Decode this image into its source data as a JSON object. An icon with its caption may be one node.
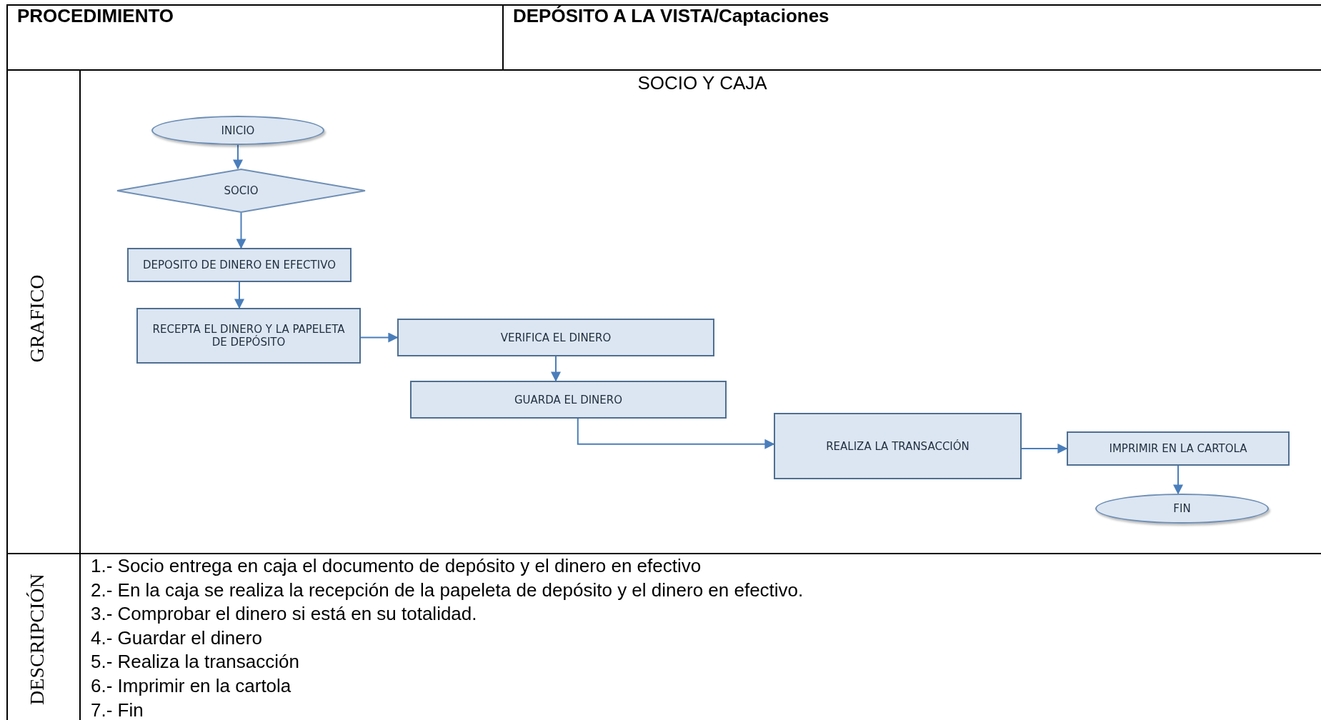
{
  "diagram": {
    "nodes": [
      {
        "text": [
          "INICIO"
        ]
      },
      {
        "text": [
          "SOCIO"
        ]
      },
      {
        "text": [
          "DEPOSITO DE DINERO EN EFECTIVO"
        ]
      },
      {
        "text": [
          "RECEPTA EL DINERO Y LA PAPELETA DE DEPÓSITO"
        ]
      },
      {
        "text": [
          "VERIFICA EL DINERO"
        ]
      },
      {
        "text": [
          "GUARDA EL DINERO"
        ]
      },
      {
        "text": [
          "REALIZA LA TRANSACCIÓN"
        ]
      },
      {
        "text": [
          "IMPRIMIR EN LA CARTOLA"
        ]
      },
      {
        "text": [
          "FIN"
        ]
      }
    ],
    "edges": [
      {
        "from": 0,
        "to": 1,
        "arrow": "to"
      },
      {
        "from": 1,
        "to": 2,
        "arrow": "to"
      },
      {
        "from": 2,
        "to": 3,
        "arrow": "to"
      },
      {
        "from": 3,
        "to": 4,
        "arrow": "to"
      },
      {
        "from": 4,
        "to": 5,
        "arrow": "to"
      },
      {
        "from": 5,
        "to": 6,
        "arrow": "to"
      },
      {
        "from": 6,
        "to": 7,
        "arrow": "to"
      },
      {
        "from": 7,
        "to": 8,
        "arrow": "to"
      }
    ],
    "labels": [
      "PROCEDIMIENTO",
      "DEPÓSITO A LA VISTA/Captaciones",
      "SOCIO Y CAJA",
      "GRAFICO",
      "1.- Socio entrega en caja el documento de depósito y el dinero en efectivo",
      "2.- En la caja se realiza la recepción de la papeleta de depósito y el dinero en efectivo.",
      "3.- Comprobar el dinero si está en su totalidad.",
      "4.- Guardar el dinero",
      "5.- Realiza la transacción",
      "6.- Imprimir en la cartola",
      "7.- Fin",
      "DESCRIPCIÓN"
    ]
  }
}
